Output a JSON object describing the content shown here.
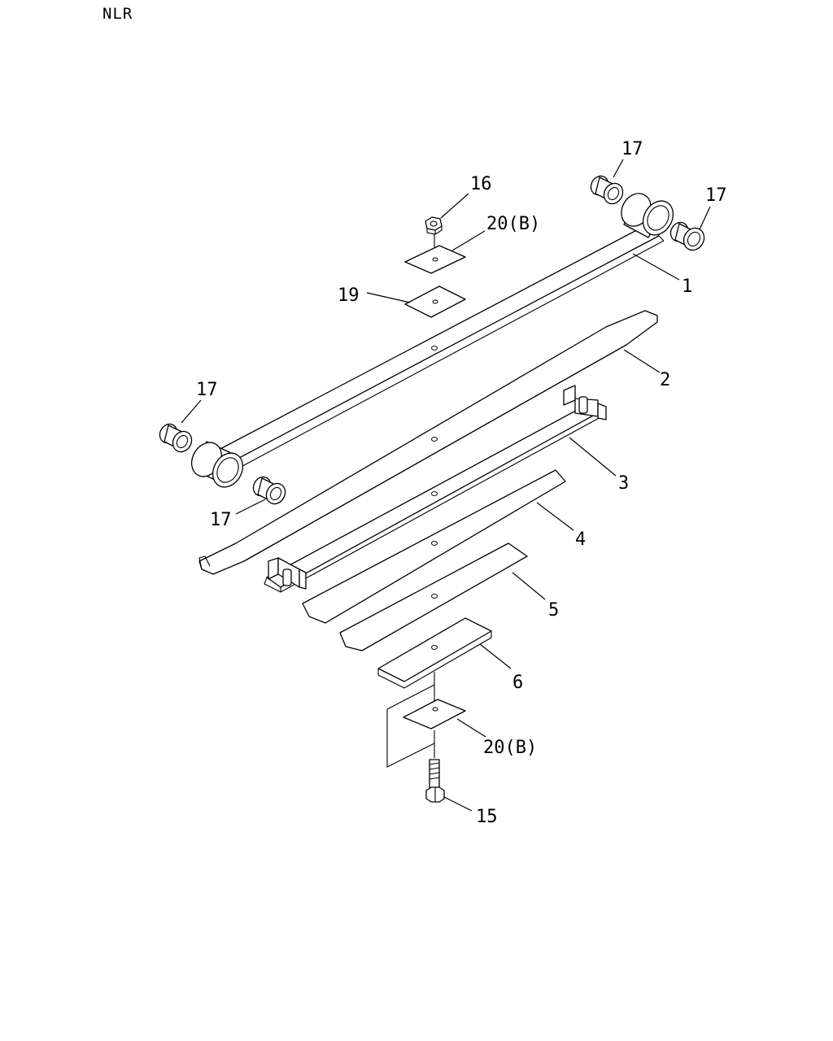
{
  "header": {
    "model_code": "NLR"
  },
  "callouts": {
    "c17_top": "17",
    "c17_right": "17",
    "c16": "16",
    "c20b_top": "20(B)",
    "c19": "19",
    "c1": "1",
    "c2": "2",
    "c17_left": "17",
    "c3": "3",
    "c17_lower": "17",
    "c4": "4",
    "c5": "5",
    "c6": "6",
    "c20b_bottom": "20(B)",
    "c15": "15"
  }
}
